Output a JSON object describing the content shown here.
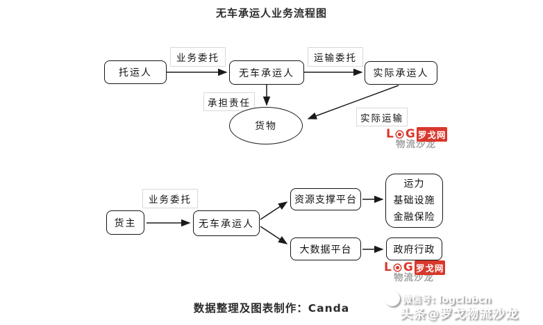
{
  "title": "无车承运人业务流程图",
  "flow1": {
    "shipper": "托运人",
    "nvocc": "无车承运人",
    "actual_carrier": "实际承运人",
    "goods": "货物",
    "edge_business": "业务委托",
    "edge_transport": "运输委托",
    "edge_responsibility": "承担责任",
    "edge_actual_transport": "实际运输"
  },
  "flow2": {
    "cargo_owner": "货主",
    "nvocc": "无车承运人",
    "edge_business": "业务委托",
    "resource_platform": "资源支撑平台",
    "bigdata_platform": "大数据平台",
    "capacity_lines": [
      "运力",
      "基础设施",
      "金融保险"
    ],
    "government": "政府行政"
  },
  "logo": {
    "letter_l": "L",
    "letter_g": "G",
    "name": "罗戈网",
    "sub": "物流沙龙",
    "red": "#d9372c"
  },
  "footer": {
    "credit": "数据整理及图表制作：Canda",
    "wechat": "微信号: logclubcn",
    "toutiao": "头条@罗戈物流沙龙"
  }
}
